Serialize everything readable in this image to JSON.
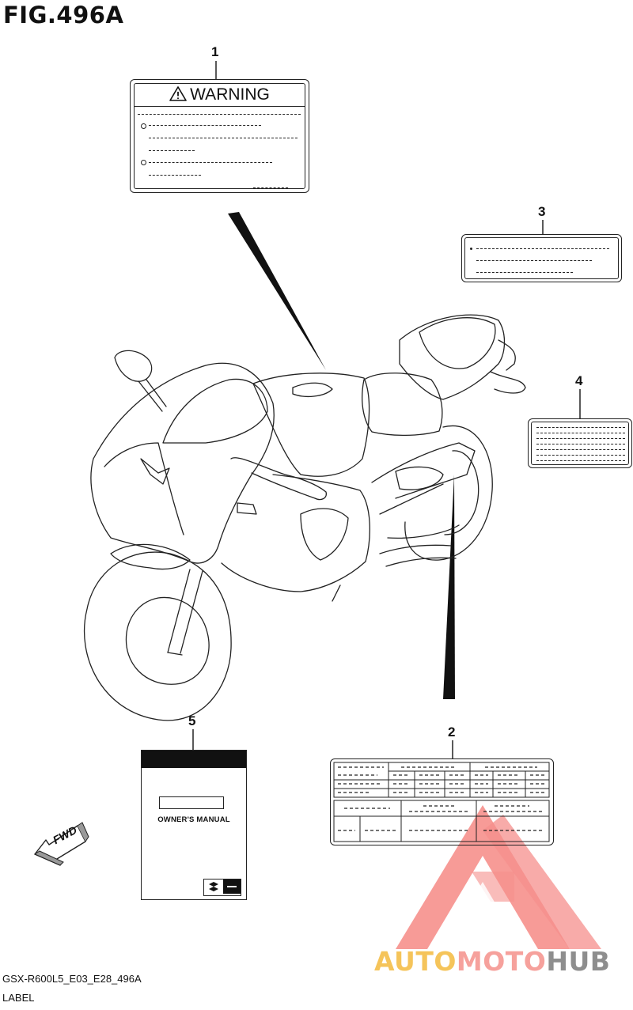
{
  "figure": {
    "title": "FIG.496A",
    "code": "GSX-R600L5_E03_E28_496A",
    "section": "LABEL"
  },
  "callouts": [
    {
      "number": "1"
    },
    {
      "number": "2"
    },
    {
      "number": "3"
    },
    {
      "number": "4"
    },
    {
      "number": "5"
    }
  ],
  "labels": {
    "warning": {
      "heading": "WARNING"
    },
    "manual": {
      "title": "OWNER'S MANUAL"
    }
  },
  "direction": {
    "text": "FWD"
  },
  "watermark": {
    "part1": "AUTO",
    "part2": "MOTO",
    "part3": "HUB",
    "colors": {
      "auto": "#f5c45a",
      "moto": "#f6a19c",
      "hub": "#8e8e8e",
      "logo": "#f47c78"
    }
  }
}
